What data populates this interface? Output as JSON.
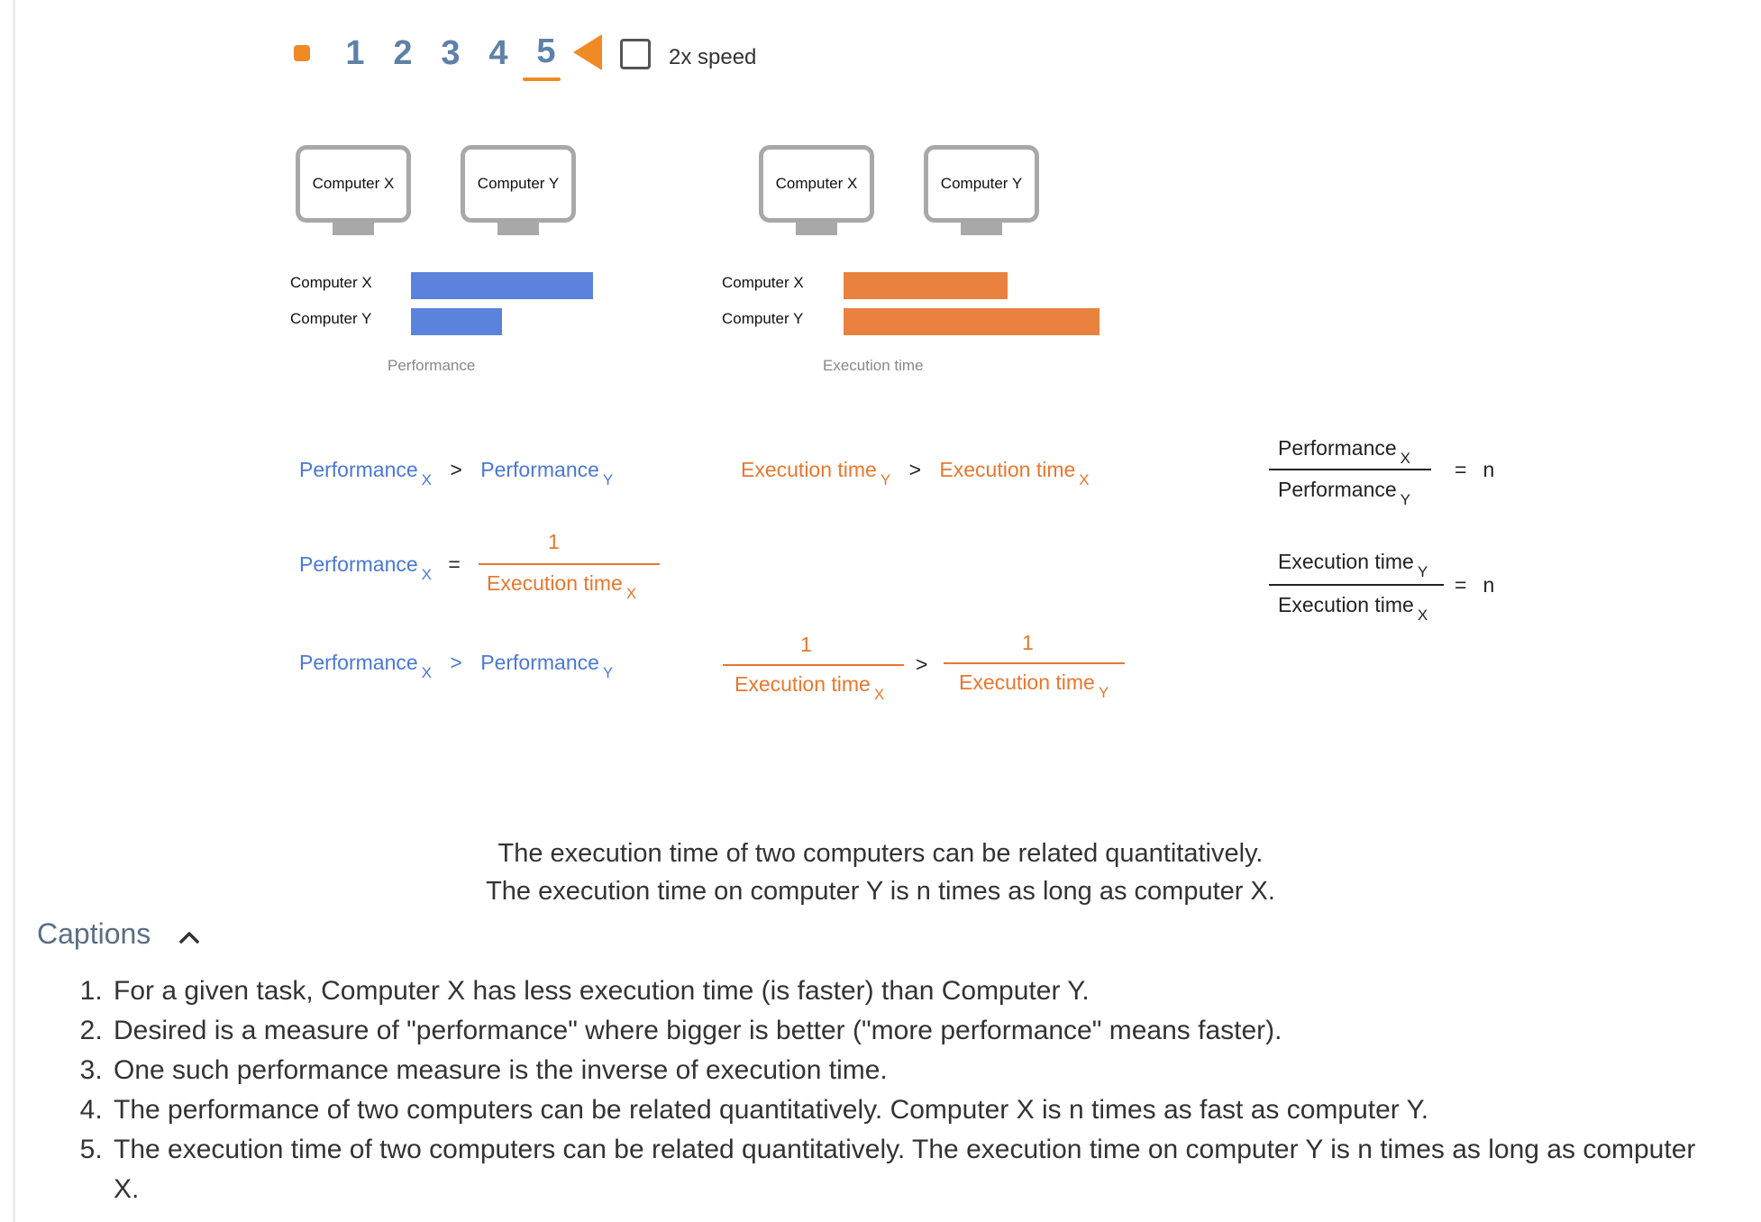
{
  "controls": {
    "steps": [
      "1",
      "2",
      "3",
      "4",
      "5"
    ],
    "active_step": "5",
    "speed_label": "2x speed",
    "speed_checked": false
  },
  "left_panel": {
    "monitors": [
      "Computer X",
      "Computer Y"
    ],
    "bar_labels": [
      "Computer X",
      "Computer Y"
    ],
    "axis_label": "Performance",
    "bar_color": "#5b82dc",
    "values": {
      "Computer X": 1.0,
      "Computer Y": 0.5
    }
  },
  "right_panel": {
    "monitors": [
      "Computer X",
      "Computer Y"
    ],
    "bar_labels": [
      "Computer X",
      "Computer Y"
    ],
    "axis_label": "Execution time",
    "bar_color": "#e8823e",
    "values": {
      "Computer X": 0.64,
      "Computer Y": 1.0
    }
  },
  "equations": {
    "perf": "Performance",
    "exec": "Execution time",
    "sub_x": "X",
    "sub_y": "Y",
    "gt": ">",
    "eq": "=",
    "one": "1",
    "n": "n"
  },
  "caption": {
    "line1": "The execution time of two computers can be related quantitatively.",
    "line2": "The execution time on computer Y is n times as long as computer X."
  },
  "captions_section": {
    "title": "Captions",
    "items": [
      "For a given task, Computer X has less execution time (is faster) than Computer Y.",
      "Desired is a measure of \"performance\" where bigger is better (\"more performance\" means faster).",
      "One such performance measure is the inverse of execution time.",
      "The performance of two computers can be related quantitatively. Computer X is n times as fast as computer Y.",
      "The execution time of two computers can be related quantitatively. The execution time on computer Y is n times as long as computer X."
    ]
  }
}
